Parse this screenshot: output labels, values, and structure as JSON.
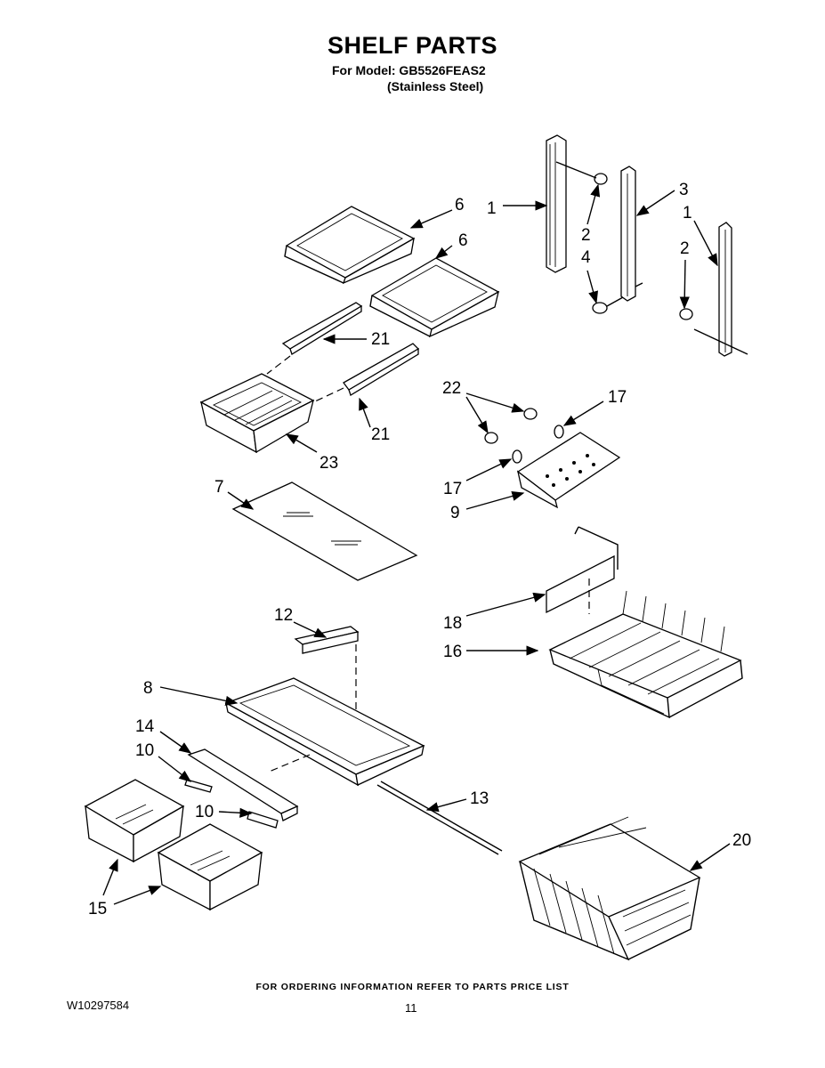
{
  "header": {
    "title": "SHELF PARTS",
    "model_line": "For Model: GB5526FEAS2",
    "finish_line": "(Stainless Steel)"
  },
  "callouts": [
    "1",
    "1",
    "2",
    "2",
    "3",
    "4",
    "6",
    "6",
    "7",
    "8",
    "9",
    "10",
    "10",
    "12",
    "13",
    "14",
    "15",
    "16",
    "17",
    "17",
    "18",
    "20",
    "21",
    "21",
    "22",
    "23"
  ],
  "footer": {
    "note": "FOR ORDERING INFORMATION REFER TO PARTS PRICE LIST",
    "doc_id": "W10297584",
    "page_number": "11"
  }
}
